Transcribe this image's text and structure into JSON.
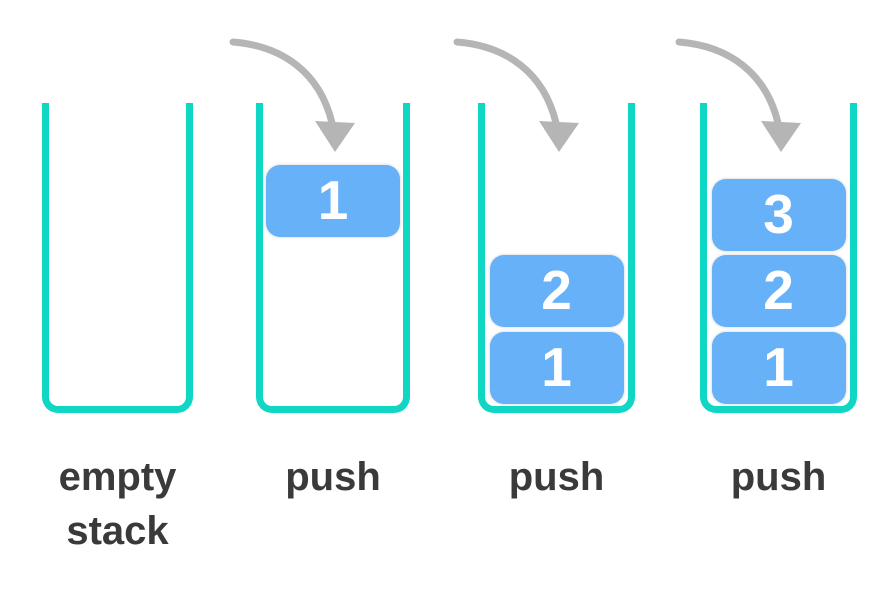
{
  "diagram": {
    "type": "stack-push-illustration",
    "background": "#ffffff",
    "colors": {
      "container_outline": "#10d7c4",
      "block_fill": "#66b1f7",
      "block_text": "#ffffff",
      "arrow": "#b5b5b5",
      "label_text": "#3a3a3a"
    }
  },
  "stacks": [
    {
      "name": "empty-stack",
      "label_lines": [
        "empty",
        "stack"
      ],
      "has_push_arrow": false,
      "blocks": []
    },
    {
      "name": "push-step-1",
      "label_lines": [
        "push"
      ],
      "has_push_arrow": true,
      "blocks": [
        {
          "value": "1",
          "state": "floating"
        }
      ]
    },
    {
      "name": "push-step-2",
      "label_lines": [
        "push"
      ],
      "has_push_arrow": true,
      "blocks": [
        {
          "value": "2",
          "state": "resting"
        },
        {
          "value": "1",
          "state": "resting"
        }
      ]
    },
    {
      "name": "push-step-3",
      "label_lines": [
        "push"
      ],
      "has_push_arrow": true,
      "blocks": [
        {
          "value": "3",
          "state": "resting"
        },
        {
          "value": "2",
          "state": "resting"
        },
        {
          "value": "1",
          "state": "resting"
        }
      ]
    }
  ]
}
